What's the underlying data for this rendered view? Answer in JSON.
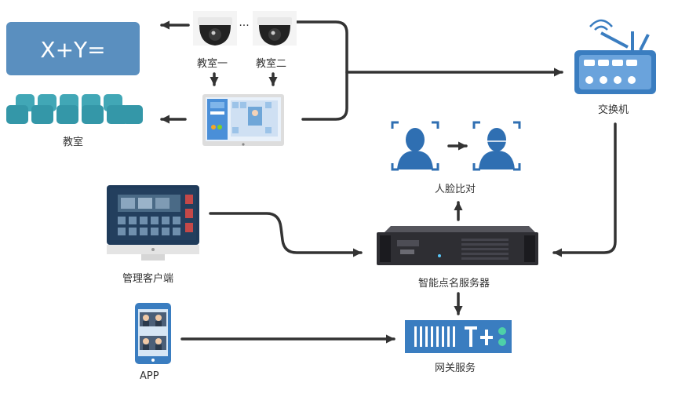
{
  "labels": {
    "board_formula": "X+Y=",
    "camera1": "教室一",
    "camera2": "教室二",
    "camera_dots": "···",
    "classroom": "教室",
    "switch": "交换机",
    "face_compare": "人脸比对",
    "server": "智能点名服务器",
    "admin_client": "管理客户端",
    "gateway": "网关服务",
    "app": "APP"
  },
  "colors": {
    "line": "#333333",
    "board": "#5a8fbf",
    "seat": "#41a7b6",
    "blue_device": "#3a7dc0",
    "face": "#2f6fb2",
    "server": "#2e2e33",
    "label": "#333333"
  }
}
